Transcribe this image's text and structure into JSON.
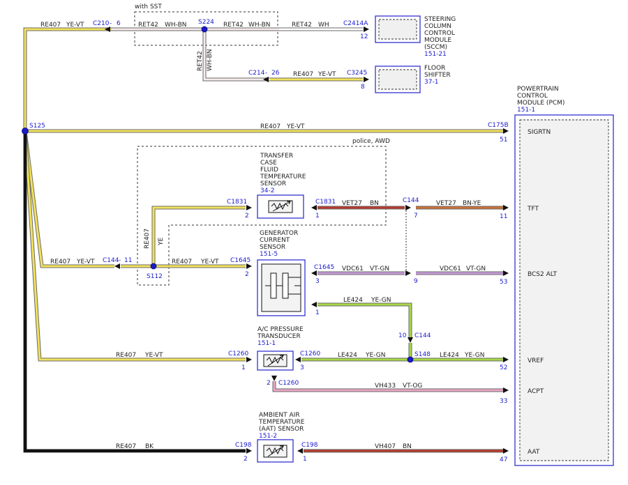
{
  "colors": {
    "ye_vt": "#f2e25a",
    "wh_bn": "#f6eaea",
    "wh": "#ffffff",
    "bn": "#b83a2e",
    "bn_ye": "#c9713a",
    "vt_gn": "#c79ad9",
    "ye_gn": "#a8d848",
    "vt_og": "#eba6c6",
    "bk": "#111111",
    "connector_blue": "#1a1acc"
  },
  "labels": {
    "with_sst": "with SST",
    "police_awd": "police, AWD"
  },
  "splices": {
    "s224": "S224",
    "s125": "S125",
    "s112": "S112",
    "s148": "S148"
  },
  "components": {
    "sccm": {
      "name_lines": [
        "STEERING",
        "COLUMN",
        "CONTROL",
        "MODULE",
        "(SCCM)"
      ],
      "ref": "151-21",
      "pin": "12",
      "connector": "C2414A"
    },
    "floor_shifter": {
      "name_lines": [
        "FLOOR",
        "SHIFTER"
      ],
      "ref": "37-1",
      "pin": "8",
      "connector": "C3245"
    },
    "pcm": {
      "name_lines": [
        "POWERTRAIN",
        "CONTROL",
        "MODULE (PCM)"
      ],
      "ref": "151-1",
      "connector": "C175B"
    },
    "tcft": {
      "name_lines": [
        "TRANSFER",
        "CASE",
        "FLUID",
        "TEMPERATURE",
        "SENSOR"
      ],
      "ref": "34-2"
    },
    "gcs": {
      "name_lines": [
        "GENERATOR",
        "CURRENT",
        "SENSOR"
      ],
      "ref": "151-5"
    },
    "ac_pt": {
      "name_lines": [
        "A/C PRESSURE",
        "TRANSDUCER"
      ],
      "ref": "151-1"
    },
    "aat": {
      "name_lines": [
        "AMBIENT AIR",
        "TEMPERATURE",
        "(AAT) SENSOR"
      ],
      "ref": "151-2"
    }
  },
  "pcm_pins": [
    {
      "signal": "SIGRTN",
      "pin": "51"
    },
    {
      "signal": "TFT",
      "pin": "11"
    },
    {
      "signal": "BCS2 ALT",
      "pin": "53"
    },
    {
      "signal": "VREF",
      "pin": "52"
    },
    {
      "signal": "ACPT",
      "pin": "33"
    },
    {
      "signal": "AAT",
      "pin": "47"
    }
  ],
  "wire_labels": {
    "top_left": {
      "circuit": "RE407",
      "color": "YE-VT",
      "connector": "C210",
      "pin": "6"
    },
    "sst_left": {
      "circuit": "RET42",
      "color": "WH-BN"
    },
    "sst_right": {
      "circuit": "RET42",
      "color": "WH-BN"
    },
    "sccm_wire": {
      "circuit": "RET42",
      "color": "WH"
    },
    "s224_down": {
      "circuit": "RET42",
      "color": "WH-BN"
    },
    "c214": {
      "connector": "C214",
      "pin": "26",
      "circuit": "RE407",
      "color": "YE-VT"
    },
    "sigrtn": {
      "circuit": "RE407",
      "color": "YE-VT"
    },
    "c1831_left": {
      "connector": "C1831",
      "pin": "2"
    },
    "c1831_right": {
      "connector": "C1831",
      "pin": "1",
      "circuit": "VET27",
      "color": "BN"
    },
    "c144_tft": {
      "connector": "C144",
      "pin": "7",
      "circuit": "VET27",
      "color": "BN-YE"
    },
    "s112_vert": {
      "circuit": "RE407",
      "color": "YE"
    },
    "c144_left": {
      "circuit": "RE407",
      "color": "YE-VT",
      "connector": "C144",
      "pin": "11"
    },
    "s112_right": {
      "circuit": "RE407",
      "color": "YE-VT",
      "connector": "C1645",
      "pin": "2"
    },
    "c1645_right": {
      "connector": "C1645",
      "pin": "3",
      "circuit": "VDC61",
      "color": "VT-GN"
    },
    "c144_bcs": {
      "pin": "9",
      "circuit": "VDC61",
      "color": "VT-GN"
    },
    "gcs_pin1": {
      "pin": "1",
      "circuit": "LE424",
      "color": "YE-GN"
    },
    "c144_vert": {
      "pin": "10",
      "connector": "C144"
    },
    "c1260_left": {
      "circuit": "RE407",
      "color": "YE-VT",
      "connector": "C1260",
      "pin": "1"
    },
    "c1260_right": {
      "connector": "C1260",
      "pin": "3",
      "circuit": "LE424",
      "color": "YE-GN"
    },
    "s148_right": {
      "circuit": "LE424",
      "color": "YE-GN"
    },
    "c1260_pin2": {
      "pin": "2",
      "connector": "C1260"
    },
    "acpt": {
      "circuit": "VH433",
      "color": "VT-OG"
    },
    "aat_left": {
      "circuit": "RE407",
      "color": "BK",
      "connector": "C198",
      "pin": "2"
    },
    "aat_right": {
      "connector": "C198",
      "pin": "1",
      "circuit": "VH407",
      "color": "BN"
    }
  }
}
